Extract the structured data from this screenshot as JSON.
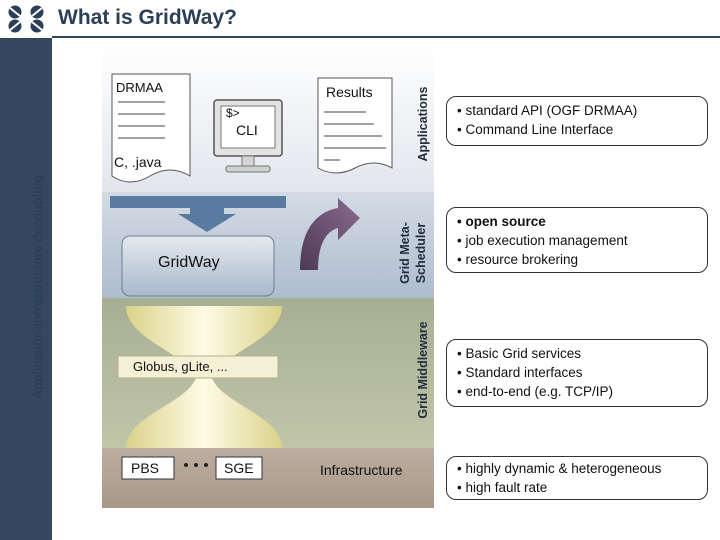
{
  "page": {
    "title": "What is GridWay?",
    "side_label": "Application-Infrastructure decoupling"
  },
  "layers": {
    "applications": "Applications",
    "meta_scheduler": "Grid Meta-Scheduler",
    "meta_line1": "Grid Meta-",
    "meta_line2": "Scheduler",
    "middleware": "Grid Middleware",
    "infrastructure": "Infrastructure"
  },
  "doc": {
    "title": "DRMAA",
    "caption": "C, .java"
  },
  "cli": {
    "prompt": "$>",
    "label": "CLI"
  },
  "results": {
    "title": "Results"
  },
  "gridway": {
    "label": "GridWay"
  },
  "middleware": {
    "label": "Globus, gLite, ..."
  },
  "lrms": {
    "items": [
      "PBS",
      "SGE"
    ]
  },
  "descriptions": {
    "applications": [
      "• standard API (OGF DRMAA)",
      "• Command Line Interface"
    ],
    "meta": [
      "• open source",
      "• job execution management",
      "• resource brokering"
    ],
    "middleware": [
      "• Basic Grid services",
      "• Standard interfaces",
      "• end-to-end (e.g. TCP/IP)"
    ],
    "infrastructure": [
      "• highly dynamic & heterogeneous",
      "• high fault rate"
    ]
  },
  "colors": {
    "sidebar": "#34475e",
    "band_app": "#e2e6ec",
    "band_meta": "#b8c4d3",
    "band_middleware": "#b4ba9e",
    "band_infra": "#b2a393",
    "arrow": "#6c4f72",
    "gridway_box": "#c3cedd"
  }
}
